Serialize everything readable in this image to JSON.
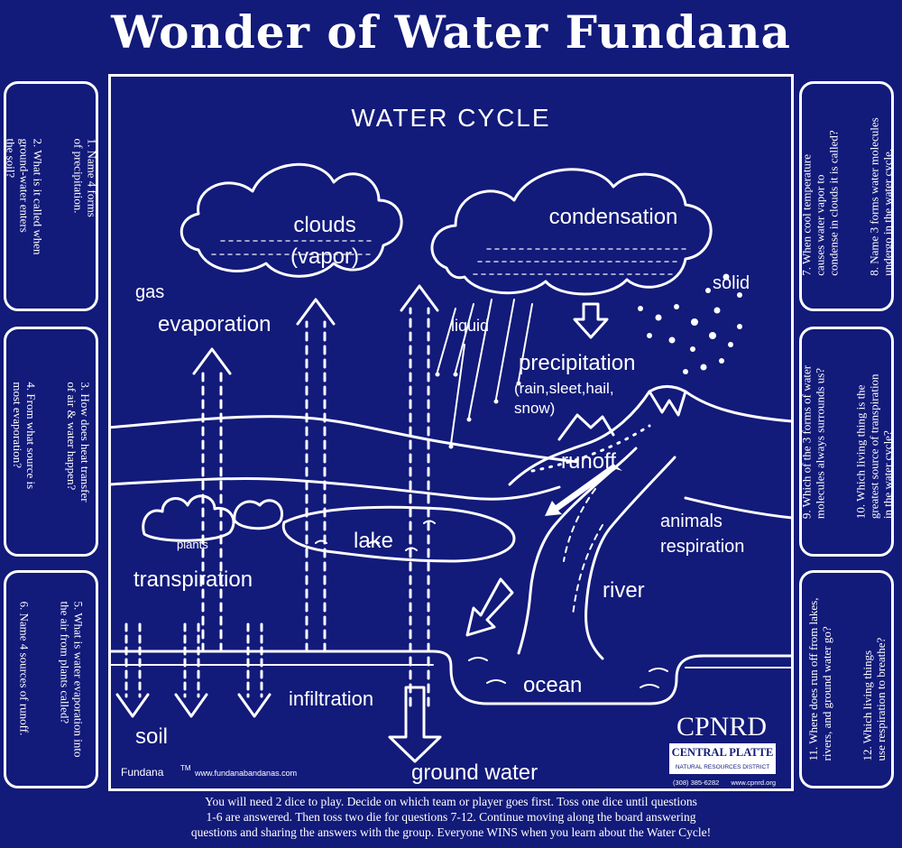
{
  "title": "Wonder of Water Fundana",
  "diagram": {
    "heading": "WATER CYCLE",
    "labels": {
      "clouds": "clouds",
      "vapor": "(vapor)",
      "condensation": "condensation",
      "gas": "gas",
      "evaporation": "evaporation",
      "liquid": "liquid",
      "solid": "solid",
      "precipitation": "precipitation",
      "precip_detail_1": "(rain,sleet,hail,",
      "precip_detail_2": "snow)",
      "runoff": "runoff",
      "animals": "animals",
      "respiration": "respiration",
      "river": "river",
      "plants": "plants",
      "lake": "lake",
      "transpiration": "transpiration",
      "ocean": "ocean",
      "infiltration": "infiltration",
      "soil": "soil",
      "ground_water": "ground water"
    },
    "brand": "Fundana",
    "trademark": "TM",
    "website": "www.fundanabandanas.com",
    "logo": {
      "name": "CPNRD",
      "line1": "CENTRAL PLATTE",
      "line2": "NATURAL RESOURCES DISTRICT",
      "phone": "(308) 385-6282",
      "url": "www.cpnrd.org"
    }
  },
  "questions": {
    "q1": "1. Name 4 forms\nof precipitation.",
    "q2": "2. What is it called when\nground-water enters\nthe soil?",
    "q3": "3. How does heat transfer\nof air & water happen?",
    "q4": "4. From what source is\nmost evaporation?",
    "q5": "5. What is water evaporation into\nthe air from plants called?",
    "q6": "6. Name 4 sources of runoff.",
    "q7": "7. When cool temperature\ncauses water vapor to\ncondense in clouds it is called?",
    "q8": "8. Name 3 forms water molecules\nundergo in the water cycle.",
    "q9": "9. Which of the 3 forms of water\nmolecules always surrounds us?",
    "q10": "10. Which living thing is the\ngreatest source of transpiration\nin the water cycle?",
    "q11": "11. Where does run off from lakes,\nrivers, and ground water go?",
    "q12": "12. Which living things\nuse respiration to breathe?"
  },
  "footer": {
    "line1": "You will need 2 dice to play.  Decide on which team or player goes first. Toss one dice until questions",
    "line2": "1-6 are answered. Then toss two die for questions 7-12.  Continue moving along the board answering",
    "line3": "questions and sharing the answers with the group. Everyone WINS when you learn about the Water Cycle!"
  }
}
